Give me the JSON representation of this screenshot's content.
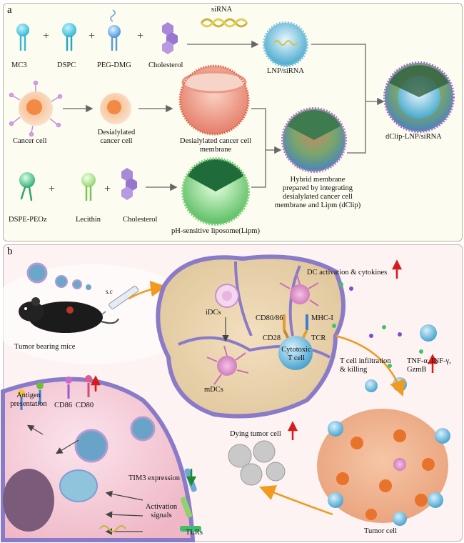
{
  "panel_a": {
    "label": "a",
    "components_row1": [
      "MC3",
      "DSPC",
      "PEG-DMG",
      "Cholesterol"
    ],
    "sirna": "siRNA",
    "lnp": "LNP/siRNA",
    "cancer_cell": "Cancer cell",
    "desialylated_cell": "Desialylated\ncancer cell",
    "desialylated_membrane": "Desialylated cancer cell\nmembrane",
    "components_row3": [
      "DSPE-PEOz",
      "Lecithin",
      "Cholesterol"
    ],
    "liposome": "pH-sensitive liposome(Lipm)",
    "hybrid": "Hybrid membrane\nprepared by integrating\ndesialylated cancer cell\nmembrane and Lipm (dClip)",
    "final": "dClip-LNP/siRNA"
  },
  "panel_b": {
    "label": "b",
    "route": "s.c",
    "mice": "Tumor bearing mice",
    "dc_activation": "DC activation & cytokines",
    "idcs": "iDCs",
    "mdcs": "mDCs",
    "cd80_86": "CD80/86",
    "mhc": "MHC-I",
    "cd28": "CD28",
    "tcr": "TCR",
    "cytotoxic": "Cytotoxic\nT cell",
    "t_infiltration": "T cell infiltration\n& killing",
    "cytokines": "TNF-α, INF-γ,\nGzmB",
    "antigen": "Antigen\npresentation",
    "cd86": "CD86",
    "cd80": "CD80",
    "dying": "Dying tumor cell",
    "tim3": "TIM3 expression",
    "activation": "Activation\nsignals",
    "tlrs": "TLRs",
    "tumor_cell": "Tumor cell"
  },
  "colors": {
    "up_arrow": "#d91a1a",
    "down_arrow": "#1f8a2f",
    "flow_arrow": "#666666",
    "orange_arrow": "#f09a1f"
  }
}
